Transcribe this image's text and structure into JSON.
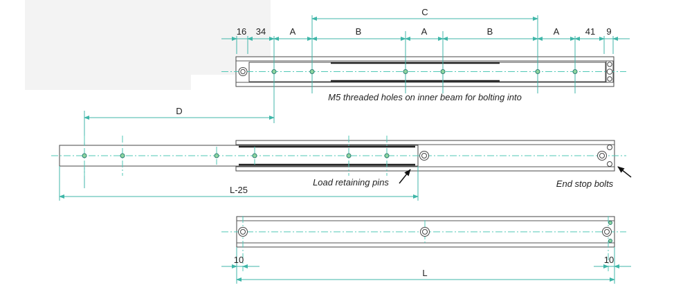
{
  "colors": {
    "dimension": "#3fb6a8",
    "centerline": "#4fc7b6",
    "outline": "#444444",
    "hole_fill": "#8fd6a0",
    "text": "#222222",
    "shadow": "#f2f2f2"
  },
  "top_view": {
    "dim_C": "C",
    "segment_labels": [
      "16",
      "34",
      "A",
      "B",
      "A",
      "B",
      "A",
      "41",
      "9"
    ],
    "note": "M5 threaded holes on inner beam for bolting into"
  },
  "middle_view": {
    "dim_D": "D",
    "dim_L_minus": "L-25",
    "label_pins": "Load retaining pins",
    "label_bolts": "End stop bolts"
  },
  "bottom_view": {
    "left_offset": "10",
    "right_offset": "10",
    "dim_L": "L"
  },
  "icons": [
    "arrow-icon",
    "bolt-icon",
    "threaded-hole-icon"
  ]
}
